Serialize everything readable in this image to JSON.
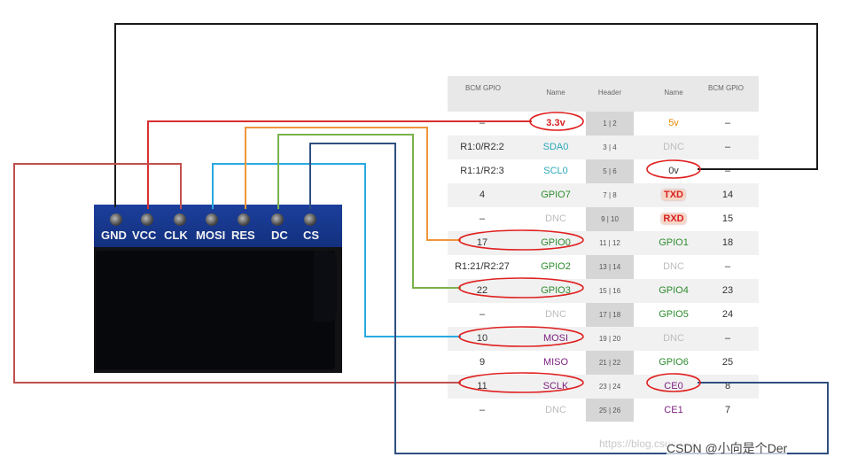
{
  "module": {
    "pins": [
      "GND",
      "VCC",
      "CLK",
      "MOSI",
      "RES",
      "DC",
      "CS"
    ]
  },
  "table": {
    "headers": {
      "bcm_left": "BCM GPIO",
      "name_left": "Name",
      "header": "Header",
      "name_right": "Name",
      "bcm_right": "BCM GPIO"
    },
    "rows": [
      {
        "bcm_left": "–",
        "name_left": "3.3v",
        "pins": "1 | 2",
        "name_right": "5v",
        "bcm_right": "–"
      },
      {
        "bcm_left": "R1:0/R2:2",
        "name_left": "SDA0",
        "pins": "3 | 4",
        "name_right": "DNC",
        "bcm_right": "–"
      },
      {
        "bcm_left": "R1:1/R2:3",
        "name_left": "SCL0",
        "pins": "5 | 6",
        "name_right": "0v",
        "bcm_right": "–"
      },
      {
        "bcm_left": "4",
        "name_left": "GPIO7",
        "pins": "7 | 8",
        "name_right": "TXD",
        "bcm_right": "14"
      },
      {
        "bcm_left": "–",
        "name_left": "DNC",
        "pins": "9 | 10",
        "name_right": "RXD",
        "bcm_right": "15"
      },
      {
        "bcm_left": "17",
        "name_left": "GPIO0",
        "pins": "11 | 12",
        "name_right": "GPIO1",
        "bcm_right": "18"
      },
      {
        "bcm_left": "R1:21/R2:27",
        "name_left": "GPIO2",
        "pins": "13 | 14",
        "name_right": "DNC",
        "bcm_right": "–"
      },
      {
        "bcm_left": "22",
        "name_left": "GPIO3",
        "pins": "15 | 16",
        "name_right": "GPIO4",
        "bcm_right": "23"
      },
      {
        "bcm_left": "–",
        "name_left": "DNC",
        "pins": "17 | 18",
        "name_right": "GPIO5",
        "bcm_right": "24"
      },
      {
        "bcm_left": "10",
        "name_left": "MOSI",
        "pins": "19 | 20",
        "name_right": "DNC",
        "bcm_right": "–"
      },
      {
        "bcm_left": "9",
        "name_left": "MISO",
        "pins": "21 | 22",
        "name_right": "GPIO6",
        "bcm_right": "25"
      },
      {
        "bcm_left": "11",
        "name_left": "SCLK",
        "pins": "23 | 24",
        "name_right": "CE0",
        "bcm_right": "8"
      },
      {
        "bcm_left": "–",
        "name_left": "DNC",
        "pins": "25 | 26",
        "name_right": "CE1",
        "bcm_right": "7"
      }
    ]
  },
  "wire_colors": {
    "gnd": "#1a1a1a",
    "vcc": "#d93030",
    "clk": "#c0504d",
    "mosi": "#29a9e0",
    "res": "#f0953a",
    "dc": "#7bb24a",
    "cs": "#2f4f7f",
    "highlight": "#e02020"
  },
  "watermark": "https://blog.csdn.net/",
  "attribution": "CSDN @小向是个Der"
}
